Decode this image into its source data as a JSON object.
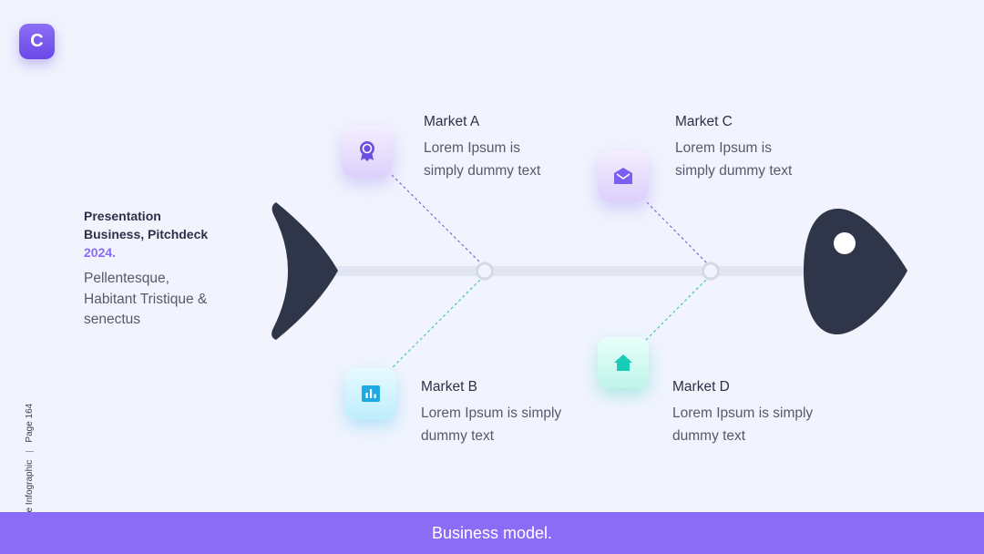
{
  "logo": {
    "letter": "C"
  },
  "intro": {
    "title": "Presentation Business, Pitchdeck",
    "year": "2024.",
    "body": "Pellentesque, Habitant Tristique & senectus"
  },
  "side": {
    "page": "Page 164",
    "section": "Fishbone Infographic"
  },
  "markets": [
    {
      "title": "Market A",
      "text": "Lorem Ipsum is simply dummy text",
      "icon": "award-ribbon-icon"
    },
    {
      "title": "Market B",
      "text": "Lorem Ipsum is simply dummy text",
      "icon": "bar-chart-icon"
    },
    {
      "title": "Market C",
      "text": "Lorem Ipsum is simply dummy text",
      "icon": "envelope-open-icon"
    },
    {
      "title": "Market D",
      "text": "Lorem Ipsum is simply dummy text",
      "icon": "home-icon"
    }
  ],
  "footer": {
    "title": "Business model."
  },
  "colors": {
    "accent": "#8b6cf7",
    "fish": "#30364a",
    "spine": "#e1e6f2",
    "purple_dash": "#7b6ae0",
    "teal_dash": "#3fc6b2"
  }
}
